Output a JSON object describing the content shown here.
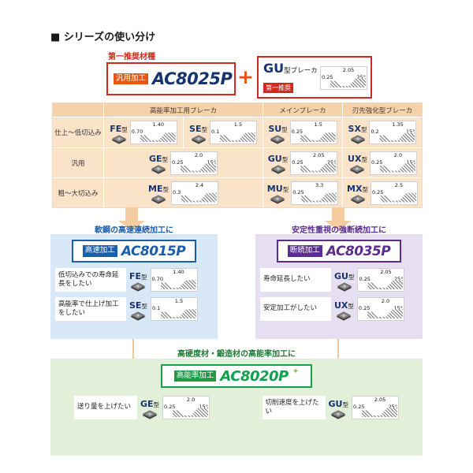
{
  "page": {
    "title": "■ シリーズの使い分け"
  },
  "colors": {
    "accent_red": "#d3281e",
    "accent_orange": "#e95513",
    "grade_navy": "#16336e",
    "blue": "#1b5eab",
    "purple": "#5b2d8e",
    "green": "#0ea24c",
    "table_bg": "#fbe3c9",
    "table_header_bg": "#f6d2ac",
    "arrow": "#f5cba0",
    "blue_panel_bg": "#d8e8f6",
    "purple_panel_bg": "#e6dff1",
    "green_panel_bg": "#e2efd9"
  },
  "top": {
    "recommend_label": "第一推奨材種",
    "grade_tag": "汎用加工",
    "grade_name": "AC8025P",
    "plus": "+",
    "breaker_name": "GU",
    "breaker_suffix": "型ブレーカ",
    "badge": "第一推奨"
  },
  "breakers": {
    "fe": {
      "name": "FE",
      "suffix": "型",
      "d1": "1.40",
      "d2": "0.70",
      "ang": ""
    },
    "se": {
      "name": "SE",
      "suffix": "型",
      "d1": "1.5",
      "d2": "0.1",
      "ang": ""
    },
    "su": {
      "name": "SU",
      "suffix": "型",
      "d1": "1.5",
      "d2": "0.25",
      "ang": ""
    },
    "sx": {
      "name": "SX",
      "suffix": "型",
      "d1": "1.35",
      "d2": "0.2",
      "ang": "15°"
    },
    "ge": {
      "name": "GE",
      "suffix": "型",
      "d1": "2.0",
      "d2": "0.25",
      "ang": "15°"
    },
    "gu": {
      "name": "GU",
      "suffix": "型",
      "d1": "2.05",
      "d2": "0.25",
      "ang": "25°"
    },
    "ux": {
      "name": "UX",
      "suffix": "型",
      "d1": "2.0",
      "d2": "0.25",
      "ang": "15°"
    },
    "me": {
      "name": "ME",
      "suffix": "型",
      "d1": "2.4",
      "d2": "0.3",
      "ang": ""
    },
    "mu": {
      "name": "MU",
      "suffix": "型",
      "d1": "3.3",
      "d2": "0.25",
      "ang": ""
    },
    "mx": {
      "name": "MX",
      "suffix": "型",
      "d1": "2.5",
      "d2": "0.25",
      "ang": ""
    }
  },
  "table": {
    "col_headers": [
      "高能率加工用ブレーカ",
      "メインブレーカ",
      "刃先強化型ブレーカ"
    ],
    "row_headers": [
      "仕上～低切込み",
      "汎用",
      "粗～大切込み"
    ]
  },
  "left_box": {
    "header": "軟鋼の高速連続加工に",
    "tag": "高速加工",
    "grade": "AC8015P",
    "rows": [
      {
        "text": "低切込みでの寿命延長をしたい"
      },
      {
        "text": "高能率で仕上げ加工をしたい"
      }
    ]
  },
  "right_box": {
    "header": "安定性重視の強断続加工に",
    "tag": "断続加工",
    "grade": "AC8035P",
    "rows": [
      {
        "text": "寿命延長したい"
      },
      {
        "text": "安定加工がしたい"
      }
    ]
  },
  "bottom_box": {
    "header": "高硬度材・鍛造材の高能率加工に",
    "tag": "高能率加工",
    "grade": "AC8020P",
    "sparkle": "✦",
    "items": [
      {
        "text": "送り量を上げたい"
      },
      {
        "text": "切削速度を上げたい"
      }
    ]
  }
}
